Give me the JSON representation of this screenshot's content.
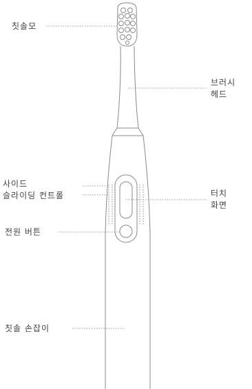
{
  "diagram": {
    "labels": {
      "bristles": "칫솔모",
      "brush_head_line1": "브러시",
      "brush_head_line2": "헤드",
      "side_slide_line1": "사이드",
      "side_slide_line2": "슬라이딩 컨트롤",
      "touch_screen_line1": "터치",
      "touch_screen_line2": "화면",
      "power_button": "전원 버튼",
      "handle": "칫솔 손잡이"
    },
    "colors": {
      "outline": "#888888",
      "leader": "#999999",
      "text": "#444444"
    }
  }
}
